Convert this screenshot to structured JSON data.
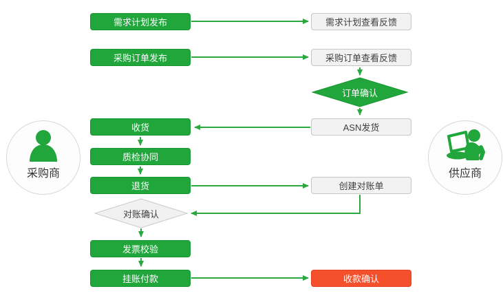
{
  "colors": {
    "green": "#21a63c",
    "green_dark": "#17952f",
    "red": "#f4502c",
    "gray_fill": "#f2f2f2",
    "gray_border": "#c6c6c6",
    "line_green": "#2aa83e",
    "text_dark": "#404040"
  },
  "actors": {
    "buyer": {
      "label": "采购商",
      "icon": "person-icon"
    },
    "supplier": {
      "label": "供应商",
      "icon": "person-laptop-icon"
    }
  },
  "buyer_nodes": {
    "demand_plan_publish": "需求计划发布",
    "purchase_order_publish": "采购订单发布",
    "receive_goods": "收货",
    "quality_inspection": "质检协同",
    "return_goods": "退货",
    "reconcile_confirm": "对账确认",
    "invoice_check": "发票校验",
    "account_payment": "挂账付款"
  },
  "supplier_nodes": {
    "demand_plan_feedback": "需求计划查看反馈",
    "purchase_order_feedback": "采购订单查看反馈",
    "order_confirm": "订单确认",
    "asn_shipment": "ASN发货",
    "create_statement": "创建对账单",
    "payment_confirm": "收款确认"
  }
}
